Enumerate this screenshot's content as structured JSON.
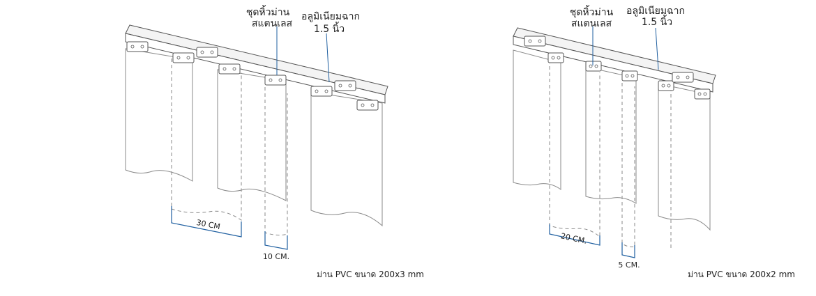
{
  "diagrams": [
    {
      "clip_label_line1": "ชุดหิ้วม่าน",
      "clip_label_line2": "สแตนเลส",
      "rail_label_line1": "อลูมิเนียมฉาก",
      "rail_label_line2": "1.5 นิ้ว",
      "strip_width": "30 CM",
      "overlap_width": "10 CM.",
      "caption": "ม่าน PVC ขนาด 200x3 mm"
    },
    {
      "clip_label_line1": "ชุดหิ้วม่าน",
      "clip_label_line2": "สแตนเลส",
      "rail_label_line1": "อลูมิเนียมฉาก",
      "rail_label_line2": "1.5 นิ้ว",
      "strip_width": "20 CM.",
      "overlap_width": "5 CM.",
      "caption": "ม่าน PVC ขนาด 200x2 mm"
    }
  ],
  "colors": {
    "line": "#555555",
    "strip_edge": "#8a8a8a",
    "dimension": "#1f5fa0"
  }
}
